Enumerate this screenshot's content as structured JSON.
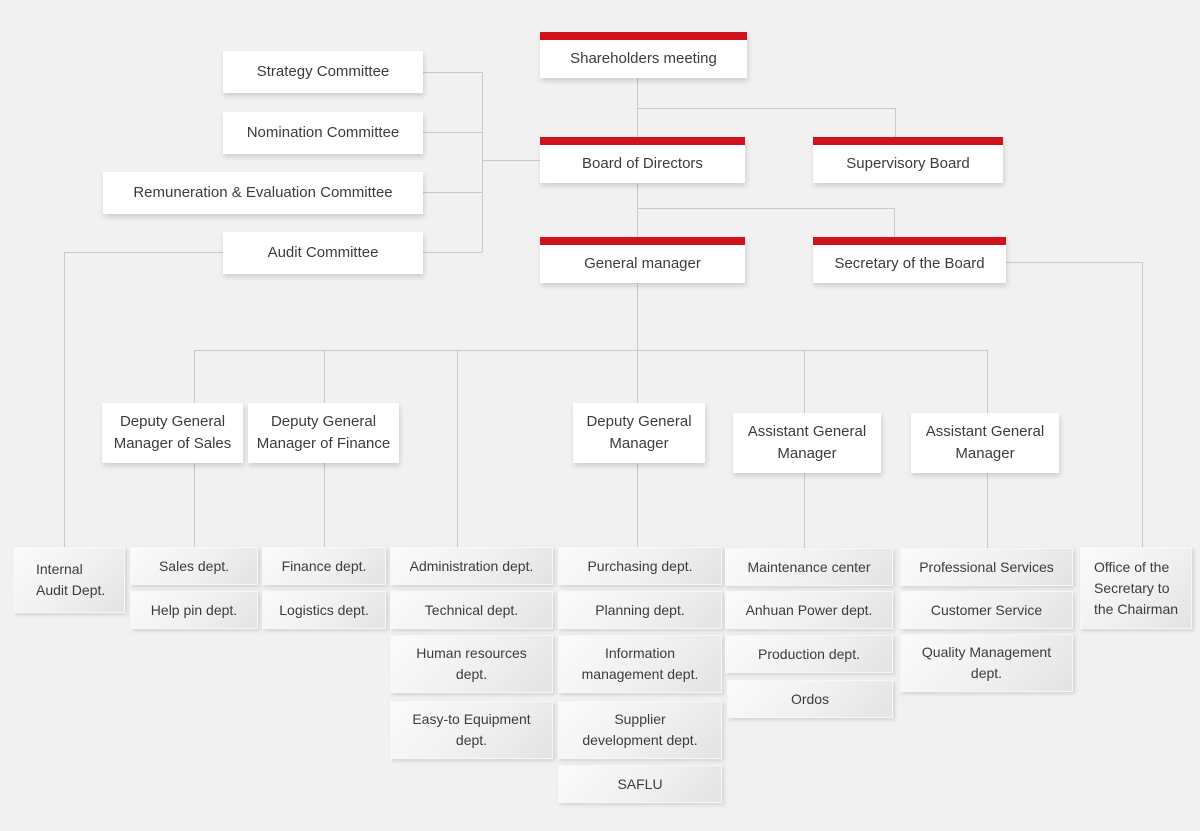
{
  "colors": {
    "background": "#f1f1f2",
    "accent_red": "#d0121f",
    "connector_line": "#c9c9c9",
    "node_background": "#ffffff",
    "department_gradient_start": "#fbfbfb",
    "department_gradient_end": "#e3e3e3",
    "text": "#3c3c3c"
  },
  "nodes": {
    "shareholders": "Shareholders meeting",
    "board": "Board of Directors",
    "supervisory": "Supervisory Board",
    "general_manager": "General manager",
    "secretary_board": "Secretary of the Board",
    "strategy": "Strategy Committee",
    "nomination": "Nomination Committee",
    "remuneration": "Remuneration & Evaluation Committee",
    "audit": "Audit Committee",
    "dgm_sales": "Deputy General\nManager of Sales",
    "dgm_finance": "Deputy General\nManager of Finance",
    "dgm": "Deputy General\nManager",
    "agm1": "Assistant General\nManager",
    "agm2": "Assistant General\nManager",
    "internal_audit": "Internal\nAudit Dept.",
    "sales": "Sales dept.",
    "help_pin": "Help pin dept.",
    "finance": "Finance dept.",
    "logistics": "Logistics dept.",
    "administration": "Administration dept.",
    "technical": "Technical dept.",
    "human_resources": "Human resources\ndept.",
    "easy_to": "Easy-to Equipment\ndept.",
    "purchasing": "Purchasing dept.",
    "planning": "Planning dept.",
    "information_management": "Information\nmanagement dept.",
    "supplier_development": "Supplier\ndevelopment dept.",
    "saflu": "SAFLU",
    "maintenance": "Maintenance center",
    "anhuan": "Anhuan Power dept.",
    "production": "Production dept.",
    "ordos": "Ordos",
    "professional": "Professional Services",
    "customer": "Customer Service",
    "quality": "Quality Management\ndept.",
    "office_secretary": "Office of the\nSecretary to\nthe Chairman"
  }
}
